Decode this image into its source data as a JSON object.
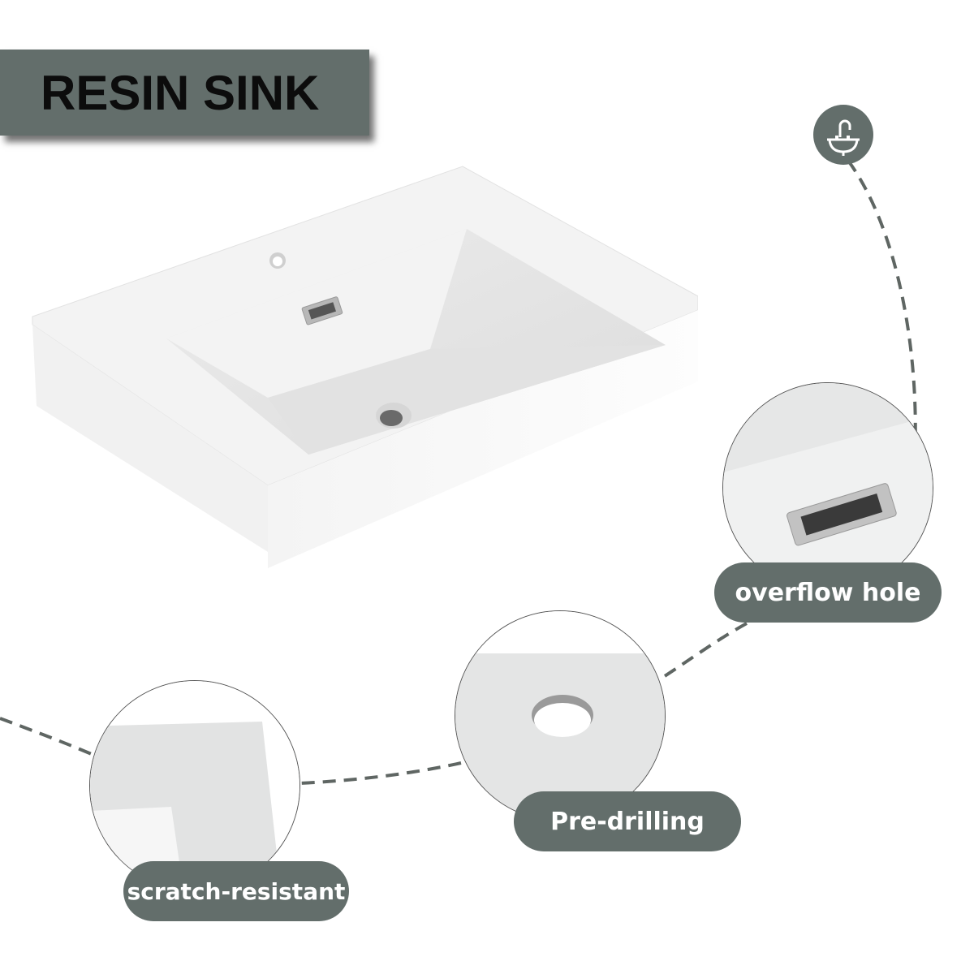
{
  "title": "RESIN SINK",
  "icon": {
    "name": "sink-icon",
    "color": "#636e6b"
  },
  "features": [
    {
      "id": "overflow",
      "label": "overflow hole"
    },
    {
      "id": "predrilling",
      "label": "Pre-drilling"
    },
    {
      "id": "scratch",
      "label": "scratch-resistant"
    }
  ],
  "colors": {
    "accent": "#636e6b",
    "label_text": "#ffffff",
    "title_text": "#0c0c0c",
    "background": "#ffffff",
    "dashed_line": "#5f6663"
  }
}
